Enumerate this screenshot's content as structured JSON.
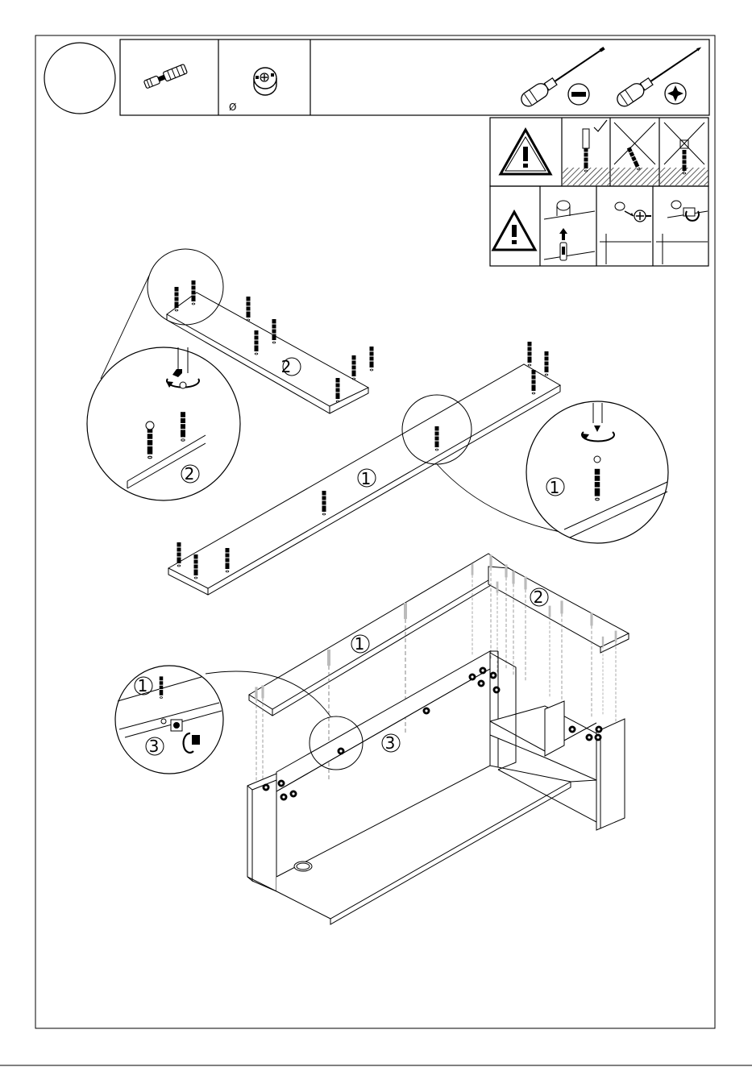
{
  "hardware": {
    "dowel": {
      "label": ""
    },
    "cam_lock": {
      "label": "Ø"
    }
  },
  "tools": [
    "flat-screwdriver",
    "phillips-screwdriver"
  ],
  "warnings": {
    "row1": [
      "ok",
      "wrong",
      "wrong"
    ],
    "row2": [
      "insert",
      "lock",
      "turn"
    ]
  },
  "parts": {
    "p1": "1",
    "p2": "2",
    "p3": "3"
  },
  "colors": {
    "line": "#000000",
    "hatch": "#666666"
  }
}
